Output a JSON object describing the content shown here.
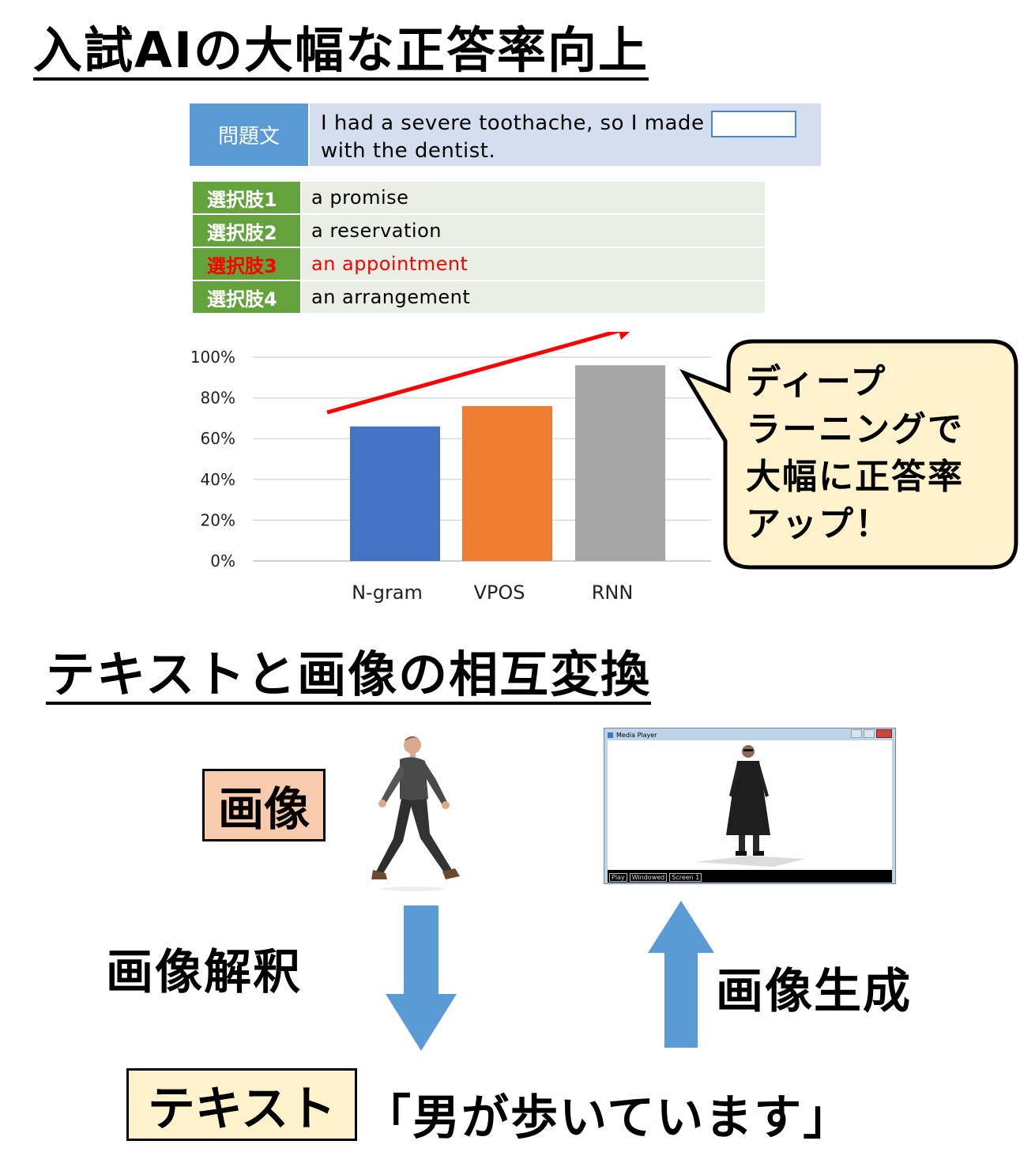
{
  "section1": {
    "heading": "入試AIの大幅な正答率向上",
    "question": {
      "label": "問題文",
      "line1": "I had a severe toothache, so I made",
      "line2": "with the dentist."
    },
    "options": [
      {
        "label": "選択肢1",
        "text": "a promise",
        "correct": false
      },
      {
        "label": "選択肢2",
        "text": "a reservation",
        "correct": false
      },
      {
        "label": "選択肢3",
        "text": "an appointment",
        "correct": true
      },
      {
        "label": "選択肢4",
        "text": "an arrangement",
        "correct": false
      }
    ],
    "callout": {
      "lines": [
        "ディープ",
        "ラーニングで",
        "大幅に正答率",
        "アップ！"
      ]
    }
  },
  "chart_data": {
    "type": "bar",
    "categories": [
      "N-gram",
      "VPOS",
      "RNN"
    ],
    "values": [
      66,
      76,
      96
    ],
    "colors": [
      "#4472c4",
      "#ed7d31",
      "#a5a5a5"
    ],
    "ylim": [
      0,
      100
    ],
    "yticks": [
      "0%",
      "20%",
      "40%",
      "60%",
      "80%",
      "100%"
    ],
    "grid": true,
    "legend": "none"
  },
  "section2": {
    "heading": "テキストと画像の相互変換",
    "image_label": "画像",
    "interpret_label": "画像解釈",
    "generate_label": "画像生成",
    "text_label": "テキスト",
    "caption": "「男が歩いています」",
    "media_player": {
      "title": "Media Player",
      "buttons": [
        "Play",
        "Windowed",
        "Screen 1"
      ]
    }
  },
  "colors": {
    "arrow_blue": "#5b9bd5",
    "trend_red": "#ff0000",
    "callout_bg": "#fff2cc",
    "image_box_bg": "#f8cbad",
    "text_box_bg": "#fff2cc"
  }
}
